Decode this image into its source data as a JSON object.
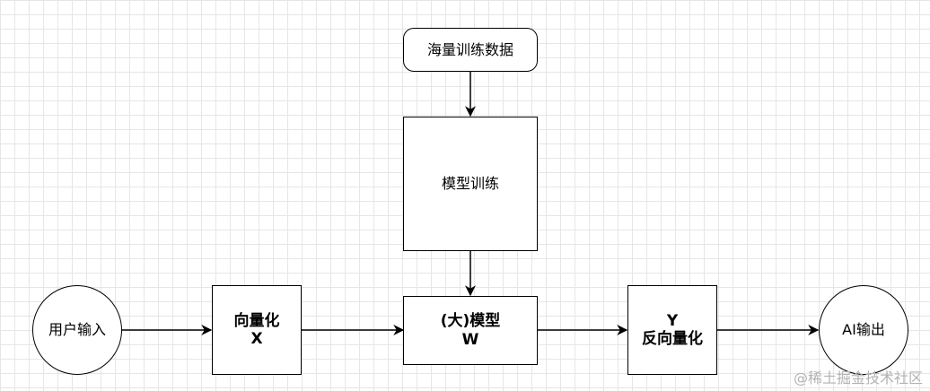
{
  "diagram": {
    "data_node": "海量训练数据",
    "training_node": "模型训练",
    "input_node": "用户输入",
    "vectorize_node": {
      "line1": "向量化",
      "line2": "X"
    },
    "model_node": {
      "line1": "(大)模型",
      "line2": "W"
    },
    "devectorize_node": {
      "line1": "Y",
      "line2": "反向量化"
    },
    "output_node": "AI输出"
  },
  "watermark": "@稀土掘金技术社区",
  "colors": {
    "stroke": "#000000",
    "grid": "#e6e6e6",
    "watermark": "#b3b3b3"
  }
}
